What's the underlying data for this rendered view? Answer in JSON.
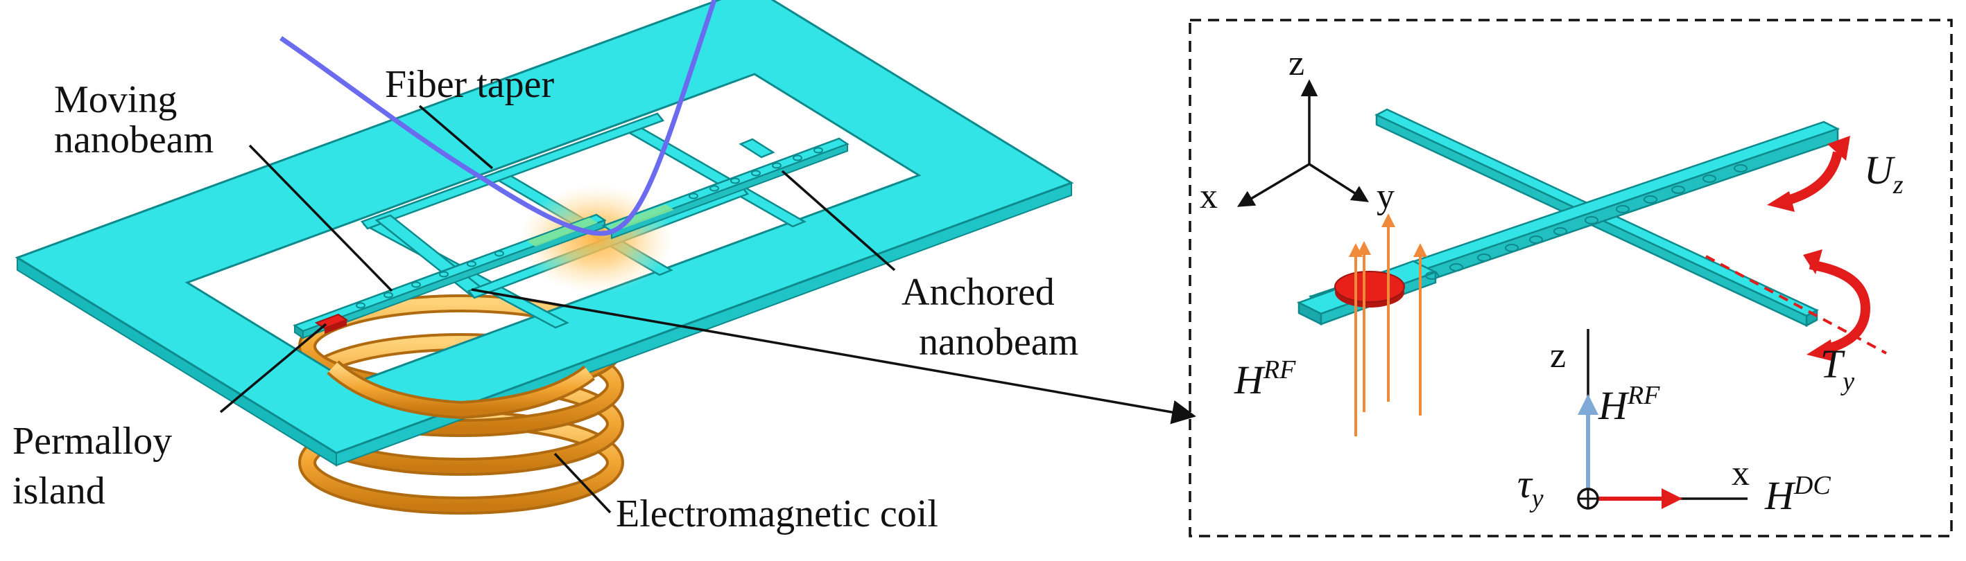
{
  "left_panel": {
    "labels": {
      "fiber_taper": "Fiber taper",
      "moving_nanobeam_1": "Moving",
      "moving_nanobeam_2": "nanobeam",
      "anchored_nanobeam_1": "Anchored",
      "anchored_nanobeam_2": "nanobeam",
      "permalloy_1": "Permalloy",
      "permalloy_2": "island",
      "coil": "Electromagnetic coil"
    }
  },
  "right_panel": {
    "axes_3d": {
      "z": "z",
      "x": "x",
      "y": "y"
    },
    "axes_2d": {
      "z": "z",
      "x": "x"
    },
    "symbols": {
      "H": "H",
      "RF": "RF",
      "DC": "DC",
      "U": "U",
      "z_sub": "z",
      "T": "T",
      "y_sub": "y",
      "tau": "τ"
    }
  },
  "colors": {
    "structure": "#33e4e6",
    "structure_edge": "#0e8a8c",
    "fiber": "#6b6bf0",
    "coil": "#f2a531",
    "permalloy": "#e8201a",
    "hrf_arrows": "#f08a3a",
    "hrf_axis": "#7fa9d6",
    "hdc_axis": "#e21b1b",
    "glow": "#ffc766"
  }
}
